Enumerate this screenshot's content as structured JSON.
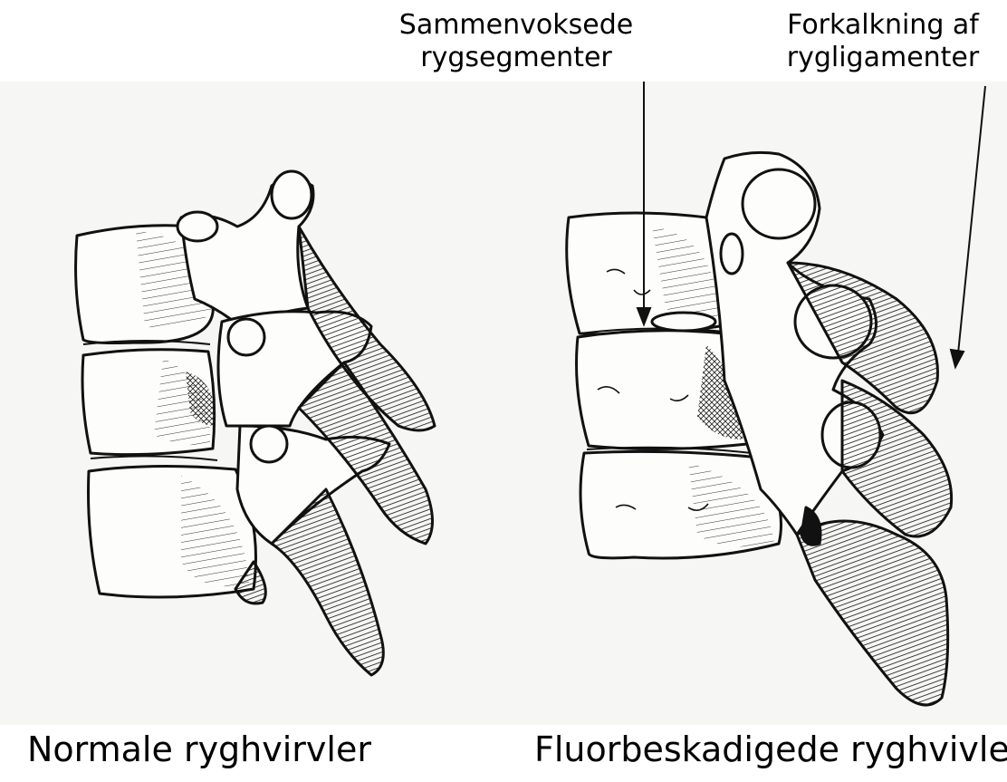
{
  "annotations": {
    "fused_segments": {
      "line1": "Sammenvoksede",
      "line2": "rygsegmenter"
    },
    "ligament_calcification": {
      "line1": "Forkalkning af",
      "line2": "rygligamenter"
    }
  },
  "captions": {
    "left": "Normale ryghvirvler",
    "right": "Fluorbeskadigede ryghvivler"
  }
}
